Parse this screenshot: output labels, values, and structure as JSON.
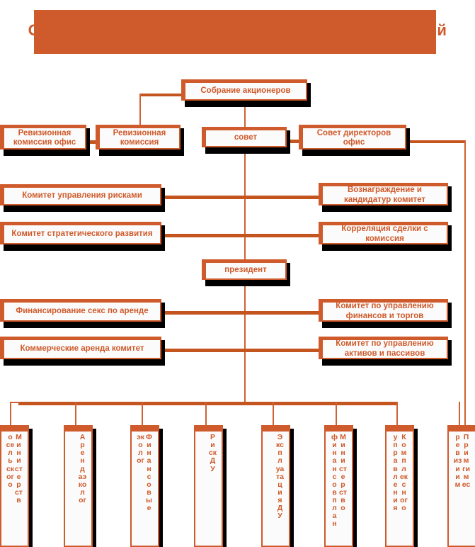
{
  "title": {
    "text": "Организационная структура управления компанией",
    "band_color": "#cf5a2b",
    "text_color": "#cf5a2b"
  },
  "colors": {
    "accent": "#cf5a2b",
    "line": "#c4551f",
    "shadow": "#000000",
    "box_fill": "#fbfbfb"
  },
  "nodes": {
    "shareholders_meeting": "Собрание акционеров",
    "audit_commission_office": "Ревизионная комиссия офис",
    "audit_commission": "Ревизионная комиссия",
    "council": "совет",
    "board_of_directors_office": "Совет директоров офис",
    "risk_management_committee": "Комитет управления рисками",
    "remuneration_nomination_committee": "Вознаграждение и кандидатур комитет",
    "strategic_development_committee": "Комитет стратегического развития",
    "related_party_transactions": "Корреляция сделки с комиссия",
    "president": "президент",
    "lease_financing": "Финансирование секс по аренде",
    "finance_trading_committee": "Комитет по управлению финансов и торгов",
    "commercial_lease_committee": "Коммерческие аренда комитет",
    "assets_liabilities_committee": "Комитет по управлению активов и пассивов"
  },
  "departments": [
    {
      "name": "agriculture-ministry",
      "primary": "Министерств",
      "secondary": "осельского"
    },
    {
      "name": "lease-ecology",
      "primary": "Арендаэколог",
      "secondary": ""
    },
    {
      "name": "finance-ecology",
      "primary": "Финансовые",
      "secondary": "эколог"
    },
    {
      "name": "risk-du",
      "primary": "РискДУ",
      "secondary": ""
    },
    {
      "name": "operations-du",
      "primary": "ЭксплуатацияДУ",
      "secondary": ""
    },
    {
      "name": "finance-ministry-plan",
      "primary": "Министерство",
      "secondary": "финансовплан"
    },
    {
      "name": "integrated-management",
      "primary": "Комплексного",
      "secondary": "управления"
    },
    {
      "name": "primgimes-audit",
      "primary": "Примгимес",
      "secondary": "ревизиим"
    }
  ]
}
